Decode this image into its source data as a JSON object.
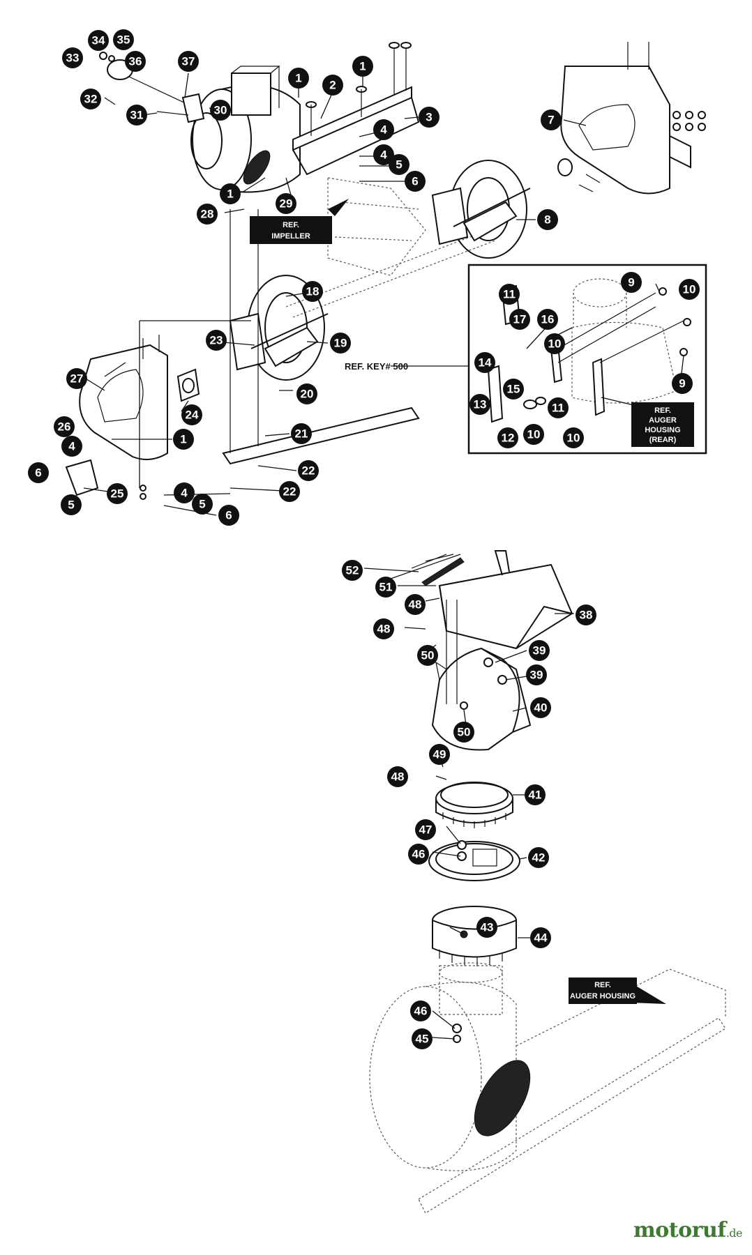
{
  "callouts": [
    "1",
    "2",
    "3",
    "4",
    "5",
    "6",
    "7",
    "8",
    "9",
    "10",
    "11",
    "12",
    "13",
    "14",
    "15",
    "16",
    "17",
    "18",
    "19",
    "20",
    "21",
    "22",
    "23",
    "24",
    "25",
    "26",
    "27",
    "28",
    "29",
    "30",
    "31",
    "32",
    "33",
    "34",
    "35",
    "36",
    "37",
    "38",
    "39",
    "40",
    "41",
    "42",
    "43",
    "44",
    "45",
    "46",
    "47",
    "48",
    "49",
    "50",
    "51",
    "52"
  ],
  "refs": {
    "impeller_line1": "REF.",
    "impeller_line2": "IMPELLER",
    "key500": "REF. KEY# 500",
    "auger_rear_line1": "REF.",
    "auger_rear_line2": "AUGER",
    "auger_rear_line3": "HOUSING",
    "auger_rear_line4": "(REAR)",
    "auger_housing_line1": "REF.",
    "auger_housing_line2": "AUGER HOUSING"
  },
  "watermark": {
    "main": "motoruf",
    "tld": ".de"
  },
  "colors": {
    "line": "#111111",
    "callout_fill": "#111111",
    "watermark_green": "#3c7a2e"
  }
}
